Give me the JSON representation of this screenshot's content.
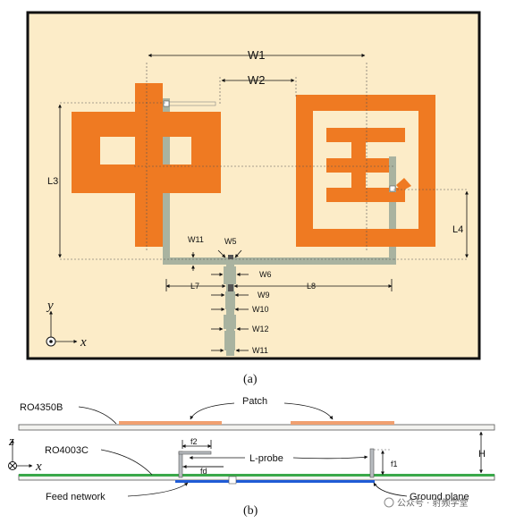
{
  "top_view": {
    "caption": "(a)",
    "dimensions": {
      "W1": "W1",
      "W2": "W2",
      "L3": "L3",
      "L4": "L4",
      "W11_top": "W11",
      "W5": "W5",
      "W6": "W6",
      "L7": "L7",
      "L8": "L8",
      "W9": "W9",
      "W10": "W10",
      "W12": "W12",
      "W11_bottom": "W11"
    },
    "axes": {
      "y": "y",
      "x": "x"
    }
  },
  "side_view": {
    "caption": "(b)",
    "labels": {
      "substrate_top": "RO4350B",
      "patch": "Patch",
      "substrate_bottom": "RO4003C",
      "l_probe": "L-probe",
      "f2": "f2",
      "fd": "fd",
      "f1": "f1",
      "H": "H",
      "feed_network": "Feed network",
      "ground_plane": "Ground plane"
    },
    "axes": {
      "z": "z",
      "x": "x"
    }
  },
  "watermark": "公众号 · 射频学堂",
  "colors": {
    "background": "#fcecc8",
    "patch": "#ef7a22",
    "feed": "#a9b3a0",
    "ground": "#3aa84a",
    "feed_network": "#1f5bd6"
  }
}
